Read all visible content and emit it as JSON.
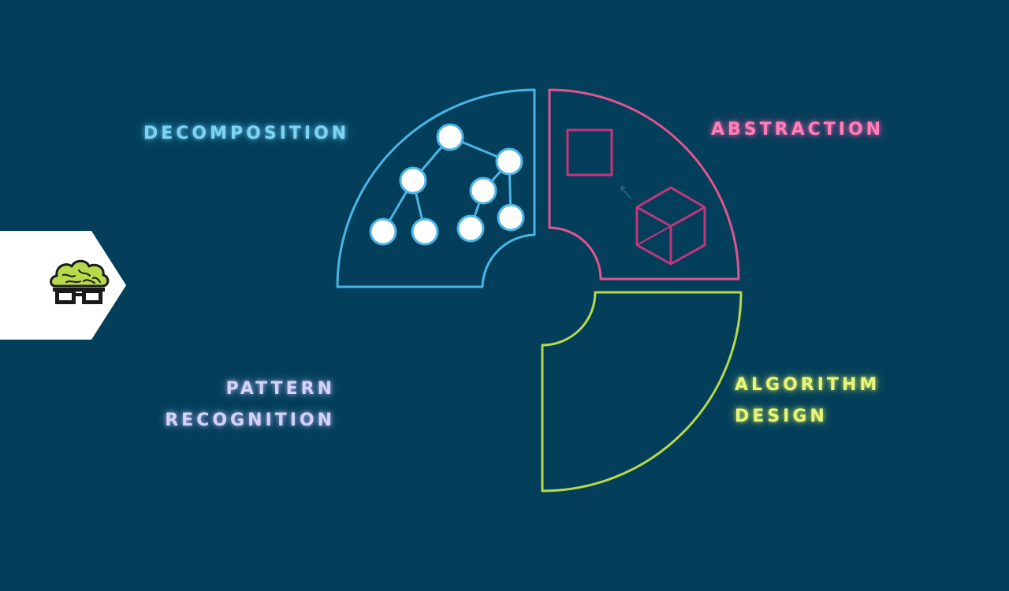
{
  "diagram": {
    "labels": {
      "decomposition": "DECOMPOSITION",
      "abstraction": "ABSTRACTION",
      "pattern_line1": "PATTERN",
      "pattern_line2": "RECOGNITION",
      "algorithm_line1": "ALGORITHM",
      "algorithm_line2": "DESIGN"
    },
    "colors": {
      "background": "#033f5b",
      "decomposition": "#4ab4e6",
      "abstraction": "#e0548f",
      "algorithm": "#b8d94a",
      "pattern": "#d4d2f6"
    },
    "icons": {
      "logo": "brain-with-glasses-icon",
      "decomposition": "tree-nodes-icon",
      "abstraction": "square-and-cube-icon"
    }
  }
}
